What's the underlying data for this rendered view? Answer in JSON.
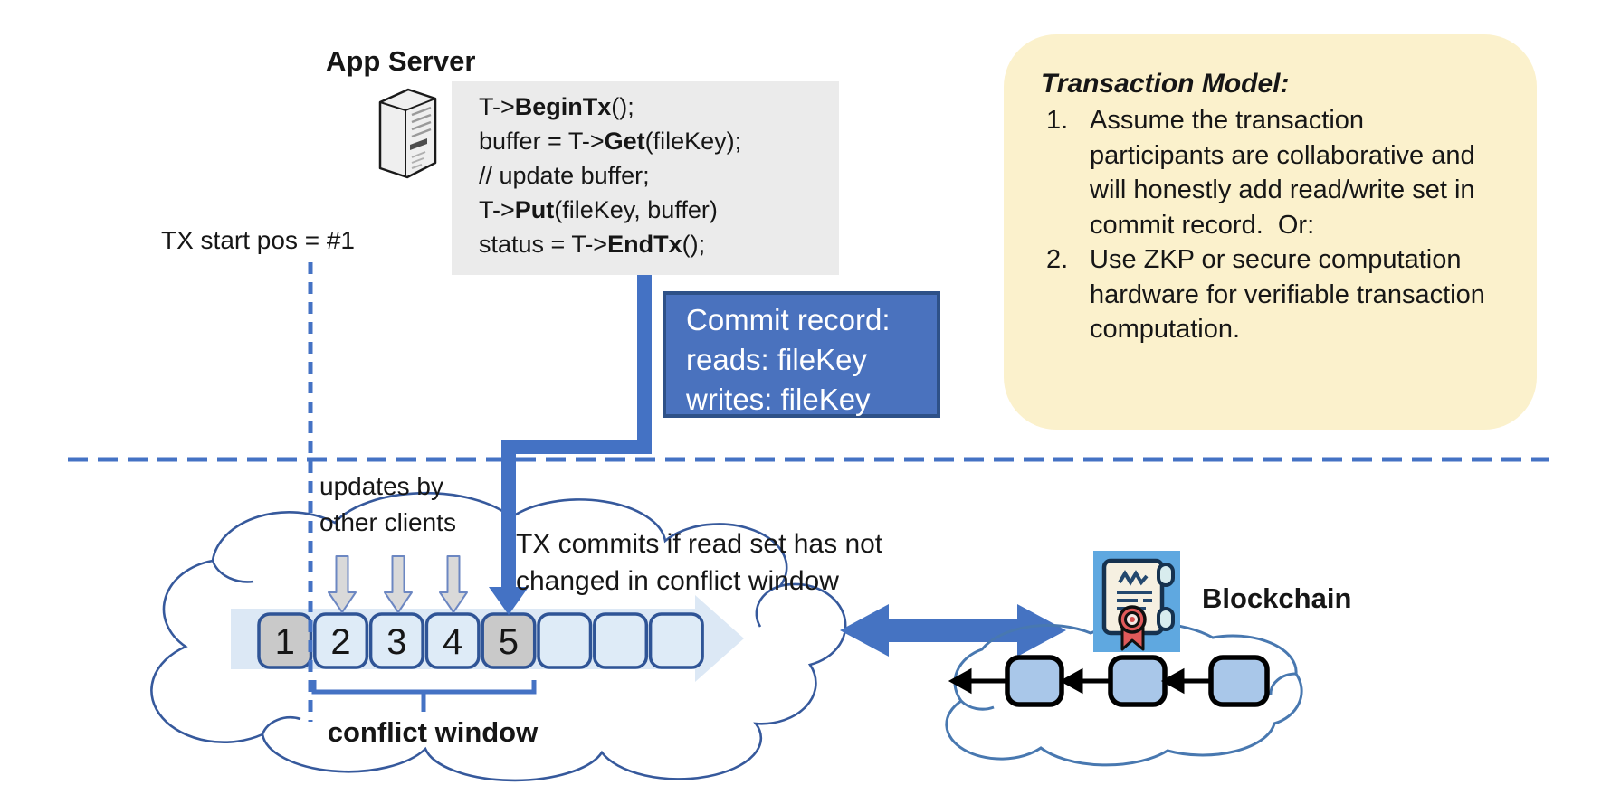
{
  "app_server": {
    "title": "App Server"
  },
  "code": {
    "lines": [
      "T->**BeginTx**();",
      "buffer = T->**Get**(fileKey);",
      "// update buffer;",
      "T->**Put**(fileKey, buffer)",
      "status = T->**EndTx**();"
    ]
  },
  "tx_start": {
    "label": "TX start pos = #1"
  },
  "commit_record": {
    "lines": [
      "Commit record:",
      "reads: fileKey",
      "writes: fileKey"
    ]
  },
  "transaction_model": {
    "title": "Transaction Model:",
    "items": [
      {
        "num": "1.",
        "text": "Assume the transaction participants are collaborative and will honestly add read/write set in commit record.  Or:"
      },
      {
        "num": "2.",
        "text": "Use ZKP or secure computation hardware for verifiable transaction computation."
      }
    ]
  },
  "timeline": {
    "updates_note": [
      "updates by",
      "other clients"
    ],
    "commit_note": [
      "TX commits if read set has not",
      "changed in conflict window"
    ],
    "blocks": [
      {
        "label": "1",
        "highlight": true
      },
      {
        "label": "2",
        "highlight": false
      },
      {
        "label": "3",
        "highlight": false
      },
      {
        "label": "4",
        "highlight": false
      },
      {
        "label": "5",
        "highlight": true
      },
      {
        "label": "",
        "highlight": false
      },
      {
        "label": "",
        "highlight": false
      },
      {
        "label": "",
        "highlight": false
      }
    ],
    "conflict_window_label": "conflict window"
  },
  "blockchain": {
    "label": "Blockchain",
    "block_count": 3
  },
  "icons": {
    "server": "server-tower-icon",
    "certificate": "smart-contract-certificate-icon"
  },
  "colors": {
    "accent_blue": "#4472C4",
    "dark_blue_border": "#2E5188",
    "block_border": "#2F5496",
    "light_block_fill": "#DEEBF7",
    "gray_block_fill": "#C9C9C9",
    "band_fill": "#DCE8F5",
    "code_bg": "#EBEBEB",
    "note_yellow": "#FBF1CC",
    "chain_block_fill": "#A9C7E9",
    "cert_icon_bg": "#5FA8E0",
    "update_arrow_fill": "#D9D9D9"
  }
}
